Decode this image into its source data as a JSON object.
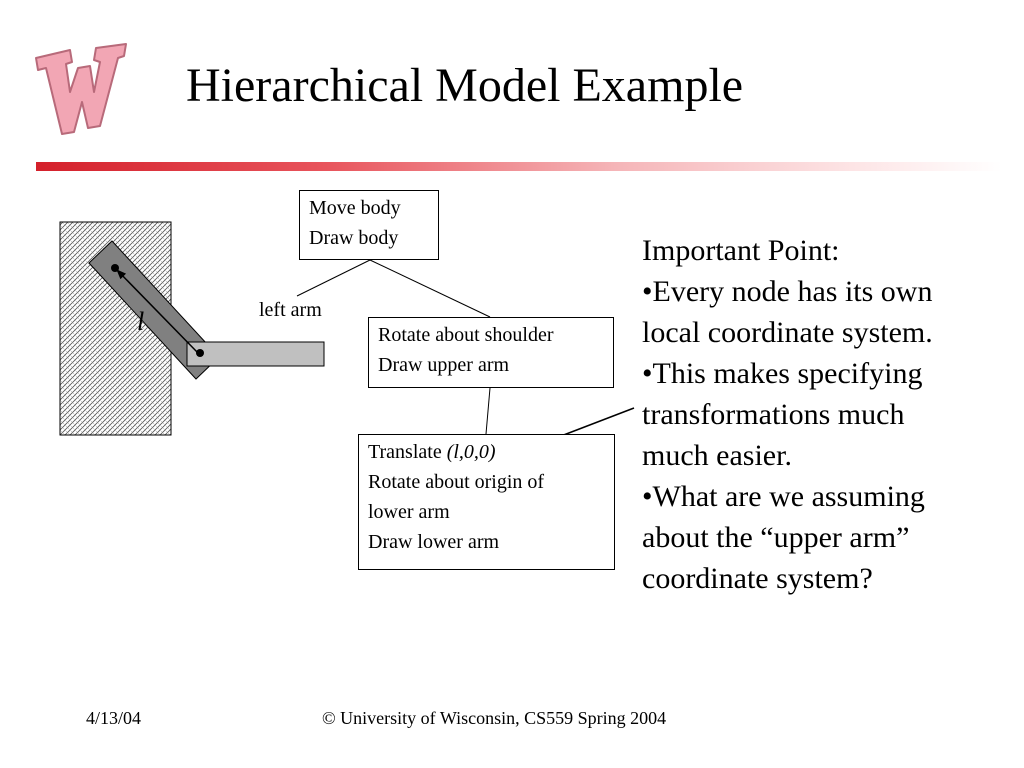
{
  "slide": {
    "title": "Hierarchical Model Example",
    "logo_icon": "wisconsin-w-logo",
    "accent_color": "#d4202b"
  },
  "diagram": {
    "body_node": {
      "line1": "Move body",
      "line2": "Draw body"
    },
    "edge_label": "left arm",
    "upper_arm_node": {
      "line1": "Rotate about shoulder",
      "line2": "Draw upper arm"
    },
    "lower_arm_node": {
      "line1_prefix": "Translate ",
      "line1_italic": "(l,0,0)",
      "line2": "Rotate about origin of",
      "line3": "lower arm",
      "line4": "Draw lower arm"
    },
    "length_label": "l"
  },
  "notes": {
    "heading": "Important Point:",
    "lines": [
      "•Every node has its own",
      "local coordinate system.",
      "•This makes specifying",
      "transformations much",
      "much easier.",
      "•What are we assuming",
      "about the “upper arm”",
      "coordinate system?"
    ]
  },
  "footer": {
    "date": "4/13/04",
    "copyright": "© University of Wisconsin, CS559 Spring 2004"
  }
}
